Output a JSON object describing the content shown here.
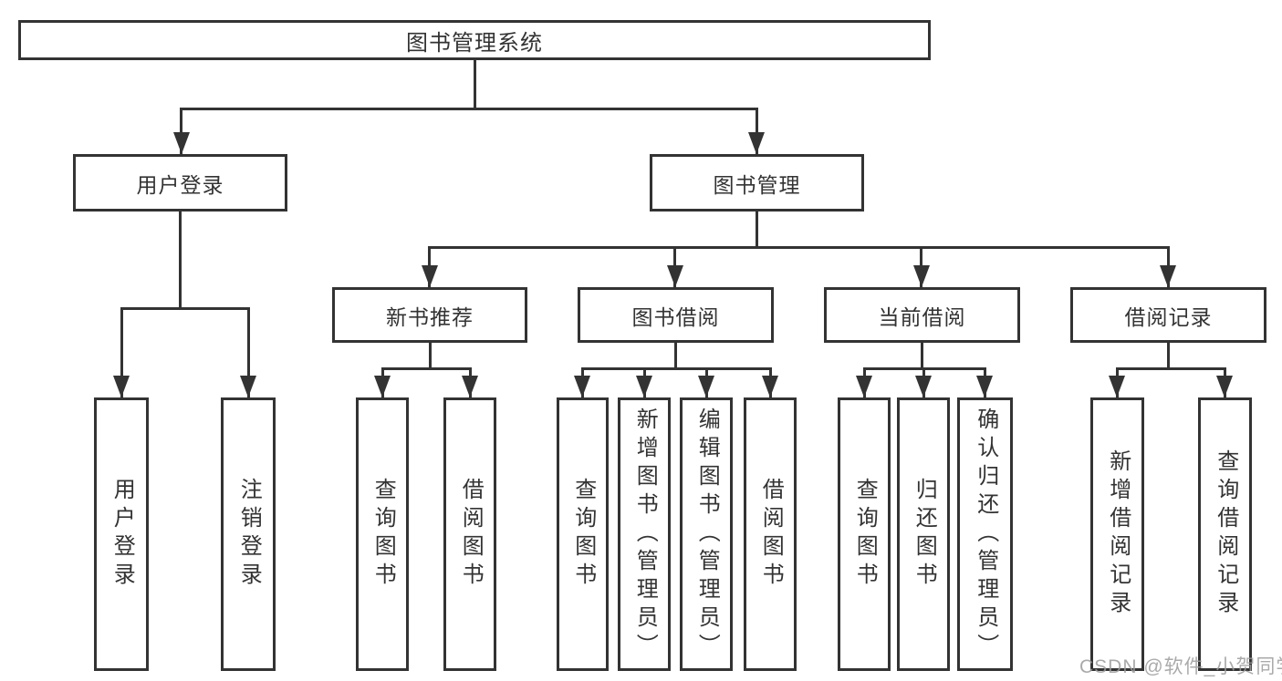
{
  "tree": {
    "label": "图书管理系统",
    "children": [
      {
        "label": "用户登录",
        "children": [
          {
            "label": "用户登录"
          },
          {
            "label": "注销登录"
          }
        ]
      },
      {
        "label": "图书管理",
        "children": [
          {
            "label": "新书推荐",
            "children": [
              {
                "label": "查询图书"
              },
              {
                "label": "借阅图书"
              }
            ]
          },
          {
            "label": "图书借阅",
            "children": [
              {
                "label": "查询图书"
              },
              {
                "label": "新增图书（管理员）"
              },
              {
                "label": "编辑图书（管理员）"
              },
              {
                "label": "借阅图书"
              }
            ]
          },
          {
            "label": "当前借阅",
            "children": [
              {
                "label": "查询图书"
              },
              {
                "label": "归还图书"
              },
              {
                "label": "确认归还（管理员）"
              }
            ]
          },
          {
            "label": "借阅记录",
            "children": [
              {
                "label": "新增借阅记录"
              },
              {
                "label": "查询借阅记录"
              }
            ]
          }
        ]
      }
    ]
  },
  "watermark": {
    "text": "CSDN @软件_小贺同学"
  },
  "colors": {
    "line": "#333333",
    "text": "#333333",
    "background": "#ffffff",
    "watermark": "#9c9c9c"
  }
}
